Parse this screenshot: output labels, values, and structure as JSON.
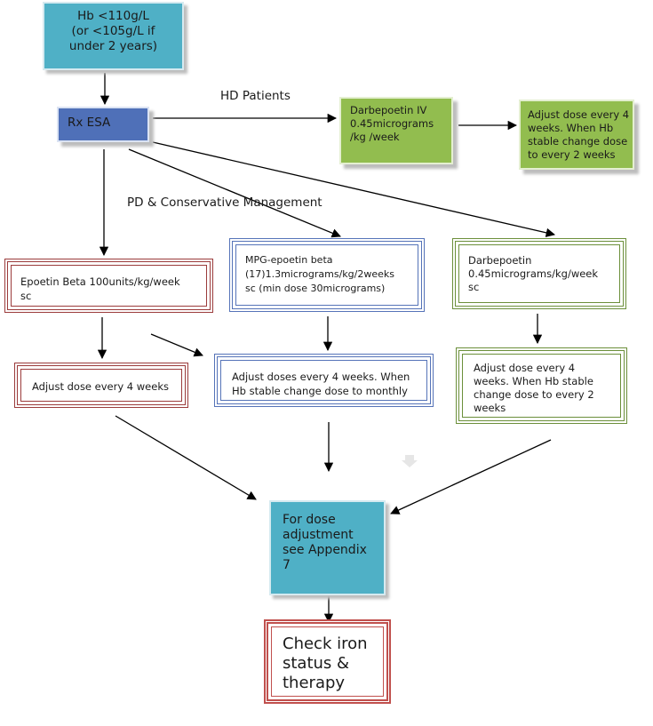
{
  "nodes": {
    "hb": "Hb <110g/L\n(or <105g/L if\nunder 2 years)",
    "rx_esa": "Rx ESA",
    "darbepoetin_iv": "Darbepoetin IV\n0.45micrograms\n/kg /week",
    "adjust_hd": "Adjust dose every 4\nweeks. When Hb\nstable change dose\nto every 2 weeks",
    "epoetin_beta": "Epoetin Beta 100units/kg/week\nsc",
    "mpg_epoetin": "MPG-epoetin beta\n(17)1.3micrograms/kg/2weeks\nsc (min dose 30micrograms)",
    "darbepoetin_sc": "Darbepoetin\n0.45micrograms/kg/week\nsc",
    "adjust_4_weeks": "Adjust dose every 4 weeks",
    "adjust_monthly": "Adjust doses every 4 weeks. When\nHb stable change dose to monthly",
    "adjust_2_weeks": "Adjust dose every 4\nweeks. When Hb stable\nchange dose to every 2\nweeks",
    "for_dose": "For dose\nadjustment\nsee Appendix\n7",
    "check_iron": "Check iron\nstatus &\ntherapy"
  },
  "labels": {
    "hd_patients": "HD Patients",
    "pd_conservative": "PD & Conservative Management"
  },
  "colors": {
    "teal": "#4fb0c6",
    "blue": "#4f70b8",
    "green": "#92bd4f",
    "dark_red": "#9b3b3b",
    "light_red": "#c0504d",
    "outline_blue": "#5573b8",
    "outline_green": "#6b8f3a"
  }
}
